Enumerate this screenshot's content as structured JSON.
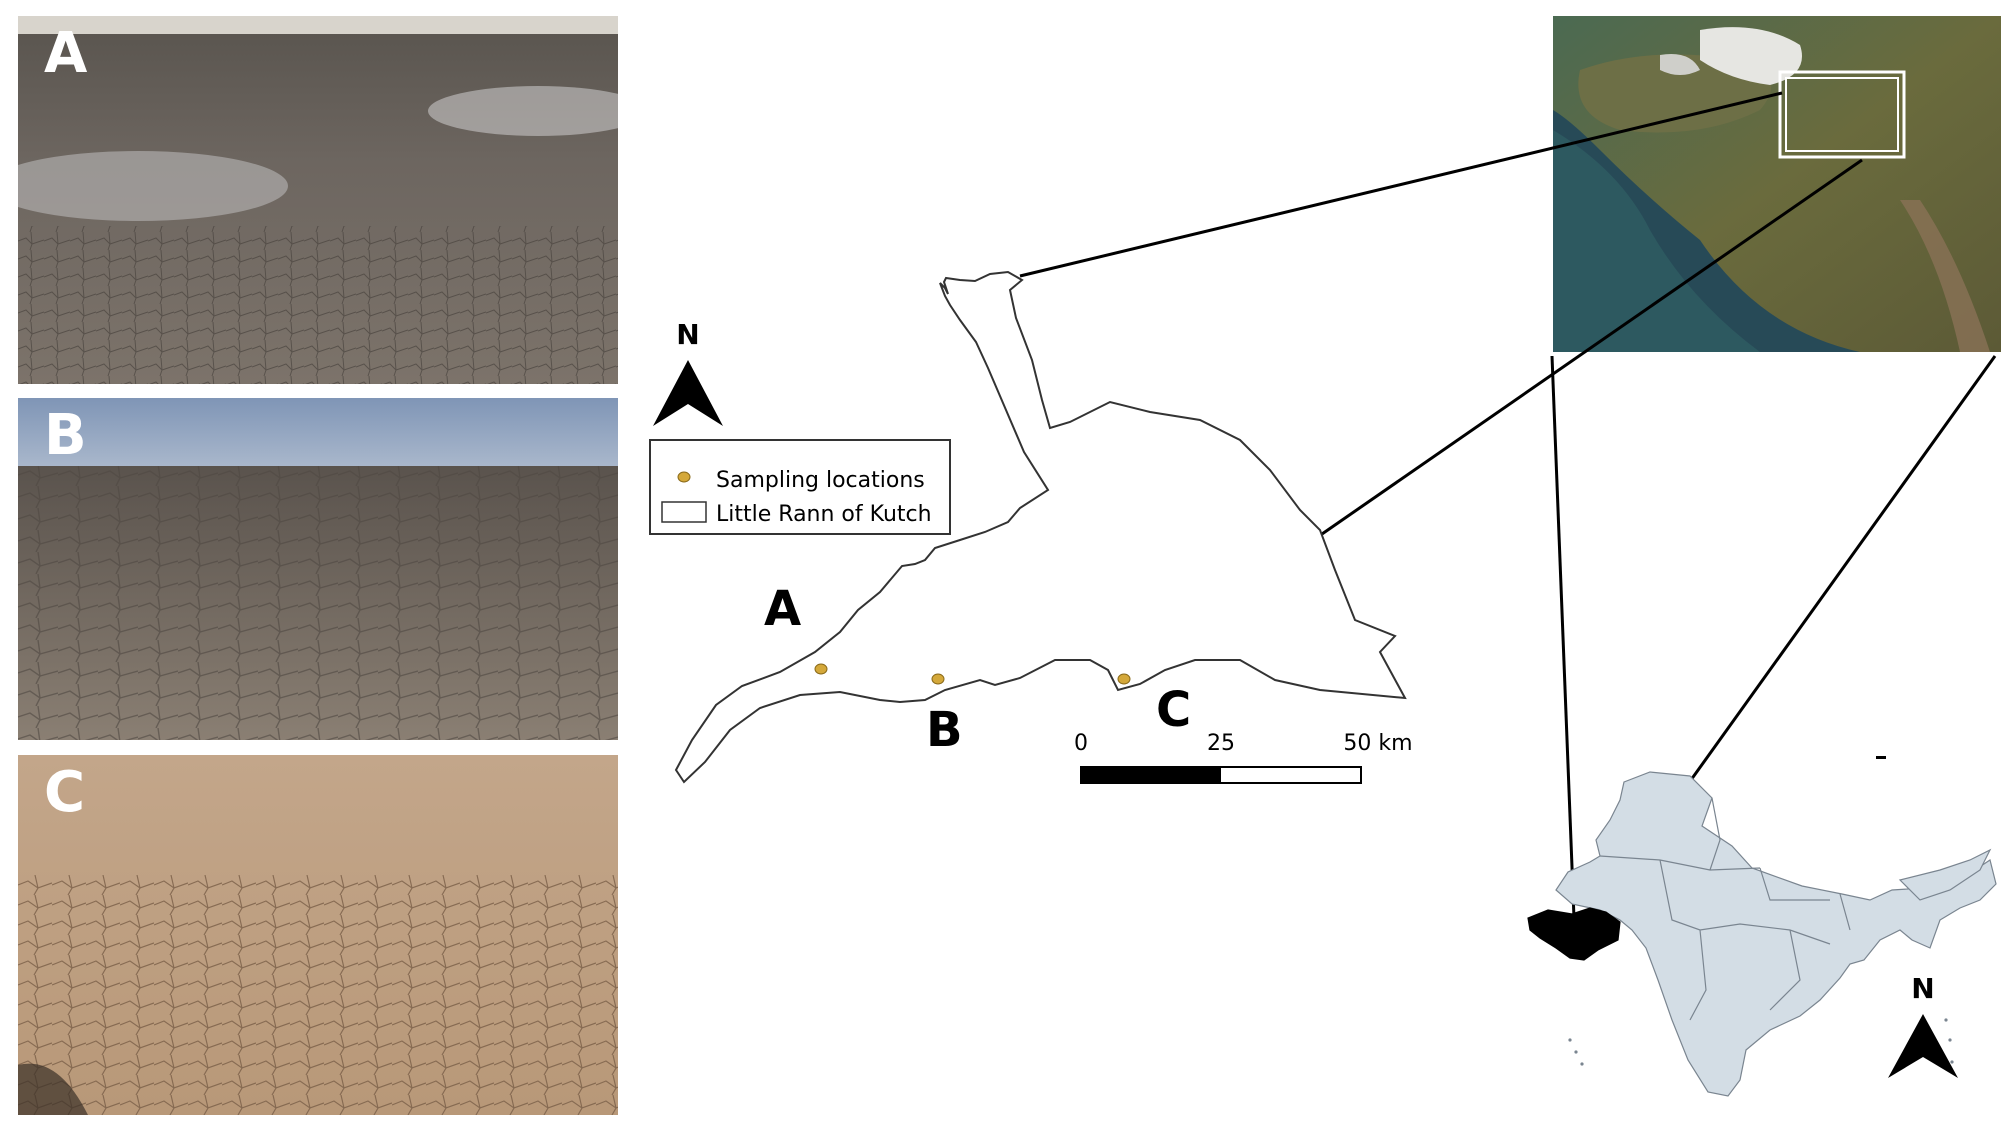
{
  "photos": [
    {
      "label": "A"
    },
    {
      "label": "B"
    },
    {
      "label": "C"
    }
  ],
  "main_map": {
    "north_label": "N",
    "site_labels": [
      "A",
      "B",
      "C"
    ],
    "legend": {
      "sampling": "Sampling locations",
      "region": "Little Rann of Kutch"
    },
    "scale_bar": {
      "ticks": [
        "0",
        "25",
        "50 km"
      ]
    },
    "marker_color": "#d4a83a"
  },
  "india_map": {
    "north_label": "N",
    "fill_color": "#d3dde5",
    "highlight_color": "#000000"
  },
  "satellite": {
    "inset_box_color": "#ffffff"
  }
}
